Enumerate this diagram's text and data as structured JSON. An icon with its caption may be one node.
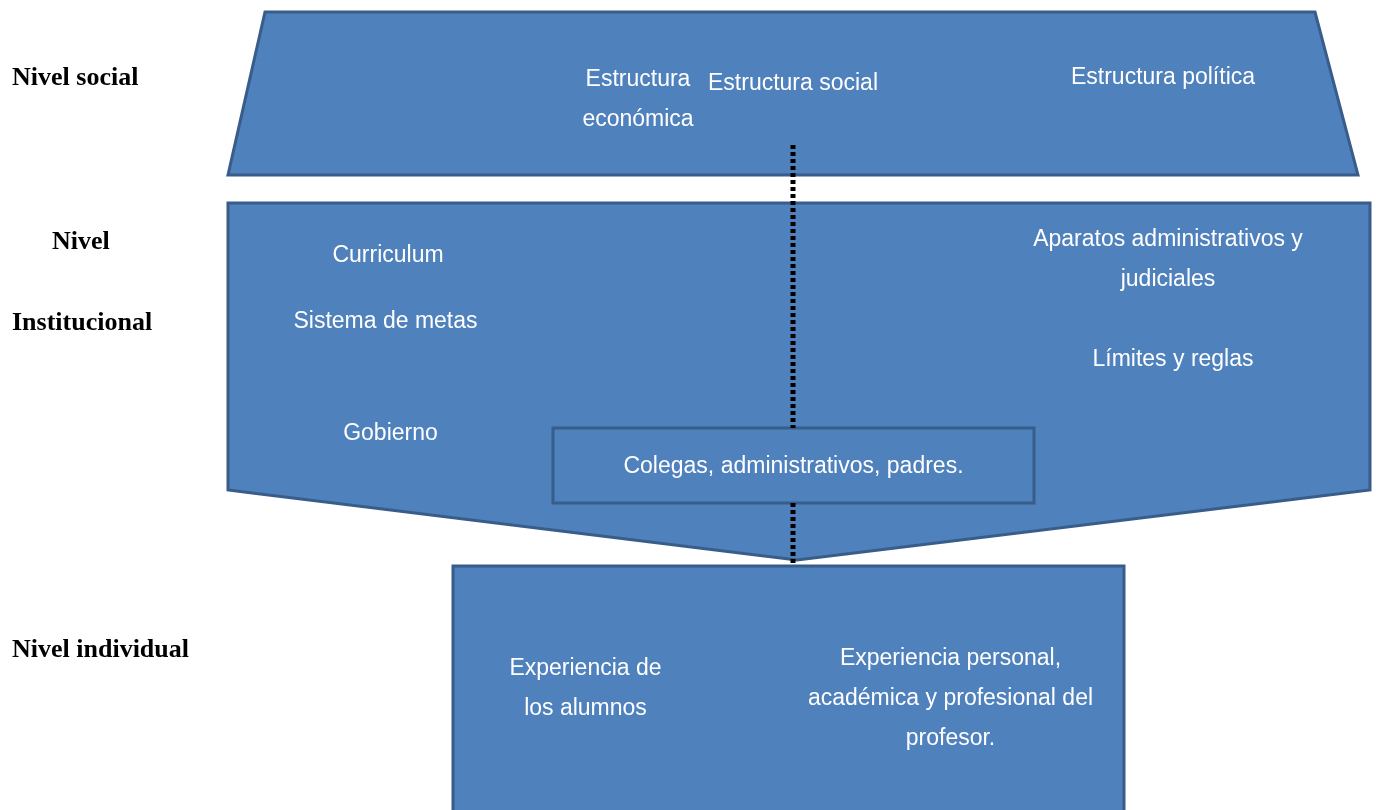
{
  "diagram": {
    "nodes": [
      {
        "text": [
          "Estructura económica",
          "Estructura social",
          "Estructura política"
        ]
      },
      {
        "text": [
          "Curriculum",
          "Sistema de metas",
          "Gobierno",
          "Aparatos administrativos y judiciales",
          "Límites y reglas"
        ]
      },
      {
        "text": [
          "Colegas, administrativos, padres."
        ],
        "in": 1
      },
      {
        "text": [
          "Experiencia de los alumnos",
          "Experiencia personal, académica y profesional del profesor."
        ]
      }
    ],
    "edges": [
      {
        "from": 0,
        "to": 2,
        "arrow": "none",
        "style": "dashed"
      },
      {
        "from": 2,
        "to": 3,
        "arrow": "none",
        "style": "dashed"
      }
    ],
    "labels": [
      "Nivel social",
      "Nivel",
      "Institucional",
      "Nivel individual"
    ]
  }
}
